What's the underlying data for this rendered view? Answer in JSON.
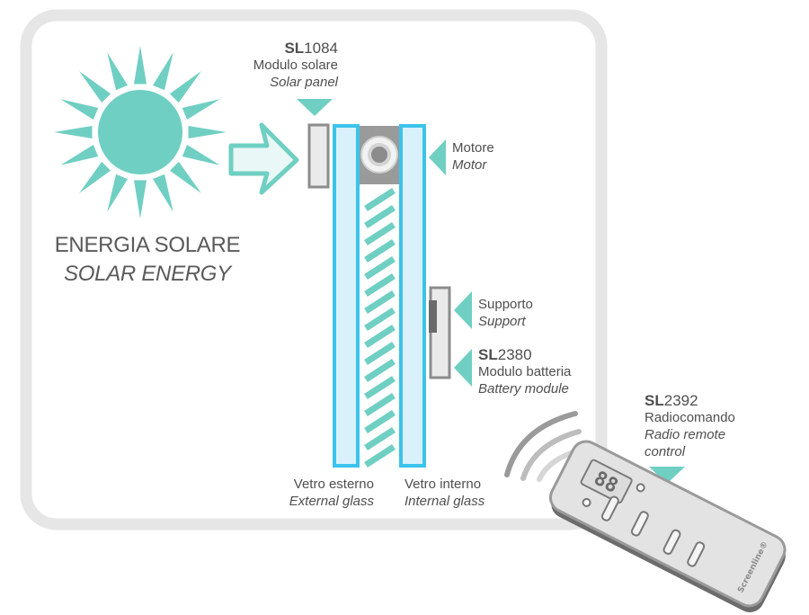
{
  "colors": {
    "teal": "#6fcfc2",
    "glass_stroke": "#3cc3ec",
    "glass_fill": "#d9f1fb",
    "frame": "#e6e6e6",
    "gray_device": "#8c8c8c"
  },
  "icons": {
    "sun": "sun-icon",
    "arrow": "arrow-right-icon",
    "pointer": "triangle-pointer-icon",
    "waves": "radio-waves-icon",
    "remote": "remote-control-icon"
  },
  "solar_energy": {
    "it": "ENERGIA SOLARE",
    "en": "SOLAR ENERGY"
  },
  "solar_panel": {
    "code_prefix": "SL",
    "code_num": "1084",
    "it": "Modulo solare",
    "en": "Solar panel"
  },
  "motor": {
    "it": "Motore",
    "en": "Motor"
  },
  "support": {
    "it": "Supporto",
    "en": "Support"
  },
  "battery": {
    "code_prefix": "SL",
    "code_num": "2380",
    "it": "Modulo batteria",
    "en": "Battery module"
  },
  "remote": {
    "code_prefix": "SL",
    "code_num": "2392",
    "it": "Radiocomando",
    "en_line1": "Radio remote",
    "en_line2": "control"
  },
  "external_glass": {
    "it": "Vetro esterno",
    "en": "External glass"
  },
  "internal_glass": {
    "it": "Vetro interno",
    "en": "Internal glass"
  },
  "remote_display": "88",
  "remote_brand": "Screenline®"
}
